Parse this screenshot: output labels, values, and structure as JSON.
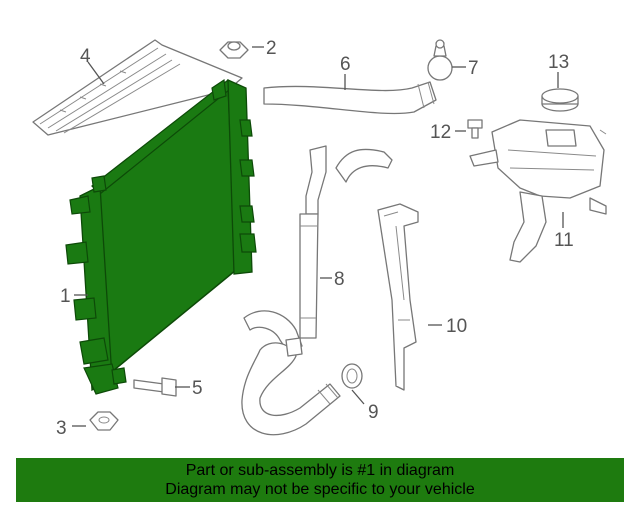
{
  "diagram": {
    "highlight_color": "#1a7a12",
    "callouts": {
      "c1": "1",
      "c2": "2",
      "c3": "3",
      "c4": "4",
      "c5": "5",
      "c6": "6",
      "c7": "7",
      "c8": "8",
      "c9": "9",
      "c10": "10",
      "c11": "11",
      "c12": "12",
      "c13": "13"
    }
  },
  "banner": {
    "background": "#1e7b0f",
    "line1": "Part or sub-assembly is #1 in diagram",
    "line2": "Diagram may not be specific to your vehicle"
  }
}
